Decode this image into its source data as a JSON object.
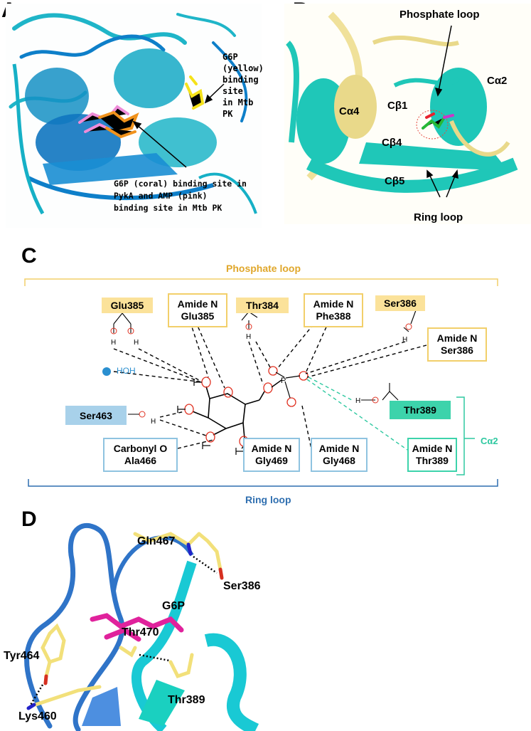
{
  "panels": {
    "a": {
      "letter": "A",
      "annot1": [
        "G6P (yellow)",
        "binding site",
        "in Mtb PK"
      ],
      "annot2": [
        "G6P (coral) binding site in",
        "PykA and AMP (pink)",
        "binding site in Mtb PK"
      ]
    },
    "b": {
      "letter": "B",
      "phosphate_loop": "Phosphate loop",
      "ring_loop": "Ring loop",
      "labels": {
        "ca2": "Cα2",
        "ca4": "Cα4",
        "cb1": "Cβ1",
        "cb4": "Cβ4",
        "cb5": "Cβ5"
      }
    },
    "c": {
      "letter": "C",
      "phosphate_loop": "Phosphate loop",
      "ring_loop": "Ring loop",
      "ca2": "Cα2",
      "hoh": "HOH",
      "residues": {
        "glu385": "Glu385",
        "thr384": "Thr384",
        "ser386": "Ser386",
        "ser463": "Ser463",
        "thr389": "Thr389"
      },
      "boxes": {
        "amide_glu385": [
          "Amide N",
          "Glu385"
        ],
        "amide_phe388": [
          "Amide N",
          "Phe388"
        ],
        "amide_ser386": [
          "Amide N",
          "Ser386"
        ],
        "amide_thr389": [
          "Amide N",
          "Thr389"
        ],
        "carbonyl_ala466": [
          "Carbonyl O",
          "Ala466"
        ],
        "amide_gly469": [
          "Amide N",
          "Gly469"
        ],
        "amide_gly468": [
          "Amide N",
          "Gly468"
        ]
      },
      "atoms": {
        "O": "O",
        "H": "H",
        "P": "P"
      }
    },
    "d": {
      "letter": "D",
      "labels": {
        "gln467": "Gln467",
        "ser386": "Ser386",
        "g6p": "G6P",
        "thr470": "Thr470",
        "tyr464": "Tyr464",
        "lys460": "Lys460",
        "thr389": "Thr389"
      }
    }
  },
  "colors": {
    "phosphate_yellow": "#e8b43a",
    "ring_blue": "#2f6fb0",
    "ca2_teal": "#2ec8a0",
    "oxygen_red": "#e03020",
    "ser463_fill": "#a8d1ea",
    "thr389_fill": "#3dd3ab",
    "hoh_blue": "#2a8fd0"
  }
}
